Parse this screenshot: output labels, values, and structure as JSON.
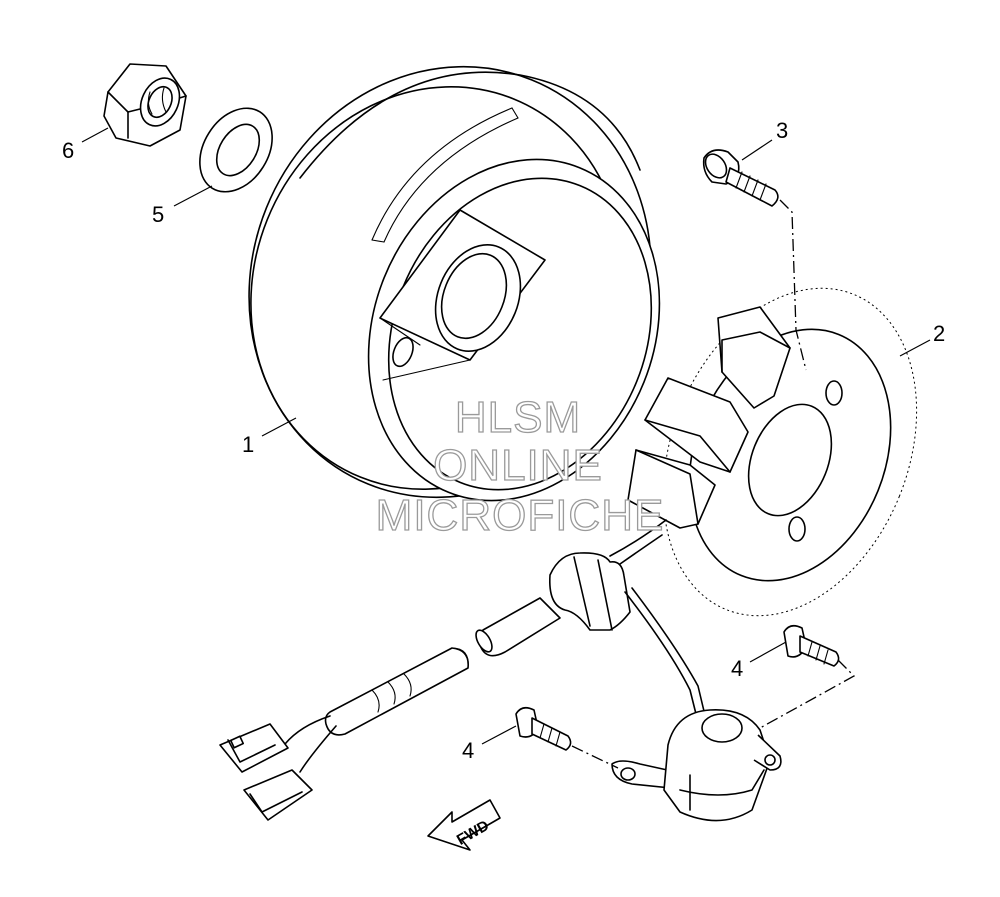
{
  "callouts": {
    "flywheel_rotor": "1",
    "stator_assembly": "2",
    "stator_screw": "3",
    "pickup_coil_screw_upper": "4",
    "pickup_coil_screw_lower": "4",
    "washer": "5",
    "nut": "6"
  },
  "watermark": {
    "line1": "HLSM",
    "line2": "ONLINE",
    "line3": "MICROFICHE"
  },
  "direction_marker": {
    "label": "FWD"
  },
  "colors": {
    "line": "#000000",
    "background": "#ffffff",
    "watermark_outline": "#9a9a9a"
  }
}
